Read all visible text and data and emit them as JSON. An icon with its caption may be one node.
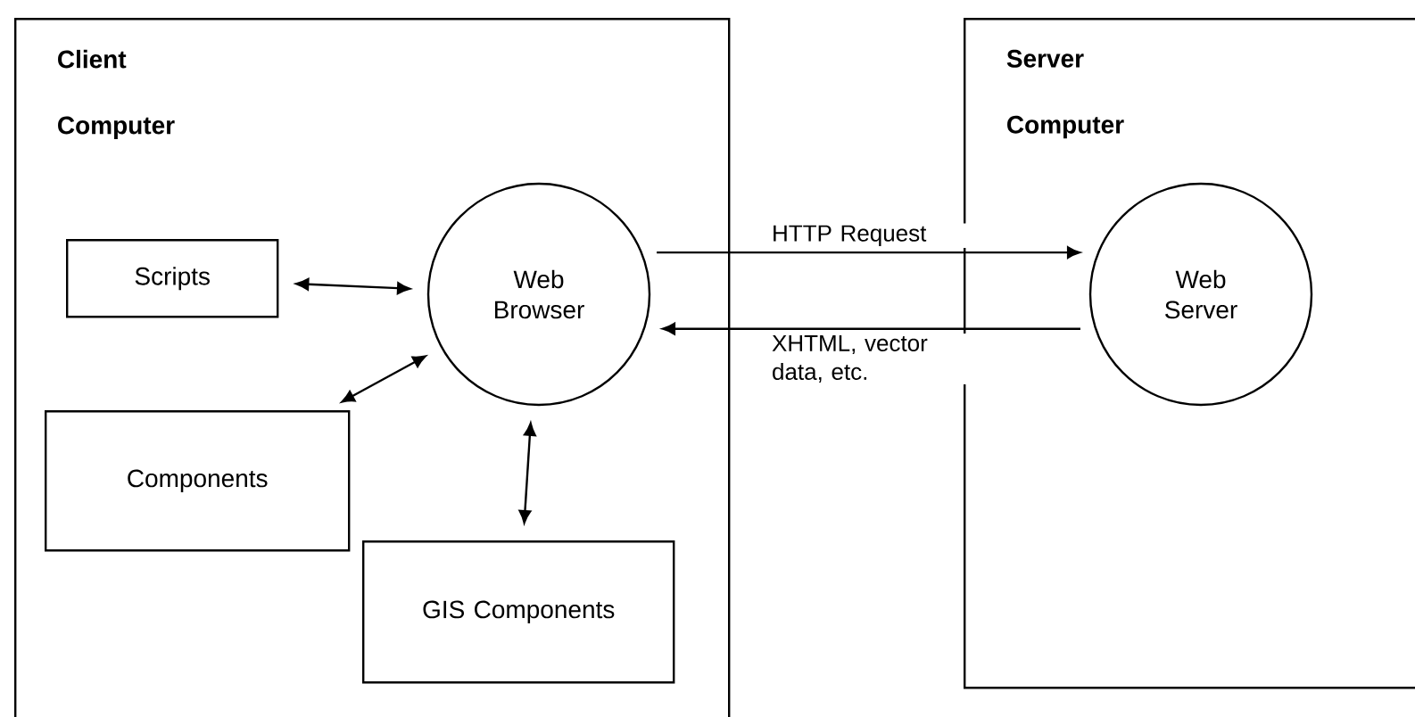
{
  "diagram": {
    "nodes": [
      {
        "text": [
          "Client Computer"
        ]
      },
      {
        "text": [
          "Scripts"
        ],
        "in": 0
      },
      {
        "text": [
          "Web Browser"
        ],
        "in": 0
      },
      {
        "text": [
          "Components"
        ],
        "in": 0
      },
      {
        "text": [
          "GIS Components"
        ],
        "in": 0
      },
      {
        "text": [
          "Server Computer"
        ]
      },
      {
        "text": [
          "Web Server"
        ],
        "in": 5
      }
    ],
    "edges": [
      {
        "from": 1,
        "to": 2,
        "arrow": "both"
      },
      {
        "from": 3,
        "to": 2,
        "arrow": "both"
      },
      {
        "from": 4,
        "to": 2,
        "arrow": "both"
      },
      {
        "from": 2,
        "to": 6,
        "arrow": "to",
        "label": "HTTP Request"
      },
      {
        "from": 6,
        "to": 2,
        "arrow": "to",
        "label": "XHTML, vector data, etc."
      }
    ]
  }
}
